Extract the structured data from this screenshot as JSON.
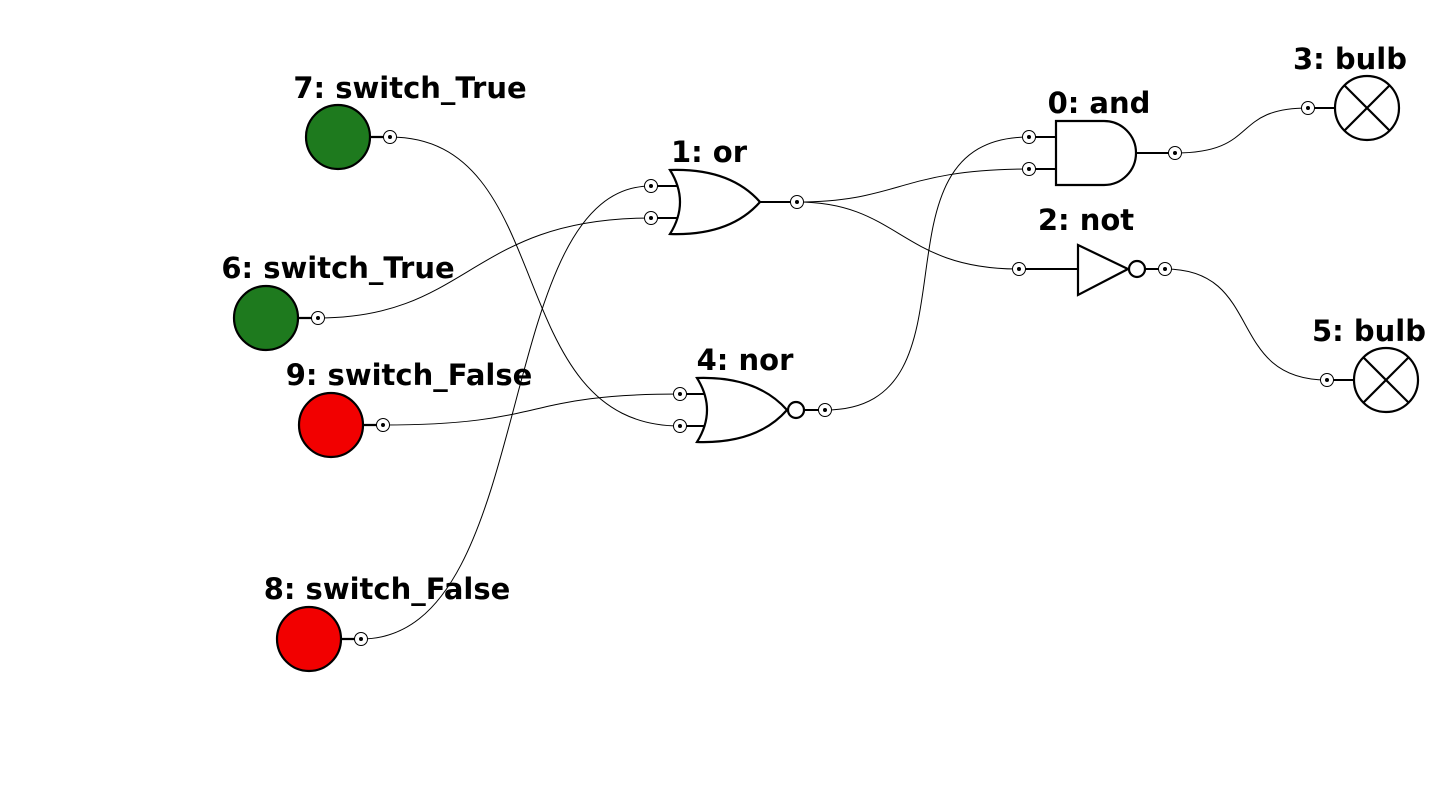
{
  "components": [
    {
      "id": "gate-and-0",
      "label": "0: and",
      "type": "and"
    },
    {
      "id": "gate-or-1",
      "label": "1: or",
      "type": "or"
    },
    {
      "id": "gate-not-2",
      "label": "2: not",
      "type": "not"
    },
    {
      "id": "bulb-3",
      "label": "3: bulb",
      "type": "bulb"
    },
    {
      "id": "gate-nor-4",
      "label": "4: nor",
      "type": "nor"
    },
    {
      "id": "bulb-5",
      "label": "5: bulb",
      "type": "bulb"
    },
    {
      "id": "switch-6",
      "label": "6: switch_True",
      "type": "switch",
      "state": true,
      "color": "#1e7a1e"
    },
    {
      "id": "switch-7",
      "label": "7: switch_True",
      "type": "switch",
      "state": true,
      "color": "#1e7a1e"
    },
    {
      "id": "switch-8",
      "label": "8: switch_False",
      "type": "switch",
      "state": false,
      "color": "#f20000"
    },
    {
      "id": "switch-9",
      "label": "9: switch_False",
      "type": "switch",
      "state": false,
      "color": "#f20000"
    }
  ],
  "wires": [
    {
      "from": "7: switch_True",
      "to": "4: nor"
    },
    {
      "from": "6: switch_True",
      "to": "1: or"
    },
    {
      "from": "9: switch_False",
      "to": "4: nor"
    },
    {
      "from": "8: switch_False",
      "to": "1: or"
    },
    {
      "from": "1: or",
      "to": "0: and"
    },
    {
      "from": "1: or",
      "to": "2: not"
    },
    {
      "from": "4: nor",
      "to": "0: and"
    },
    {
      "from": "0: and",
      "to": "3: bulb"
    },
    {
      "from": "2: not",
      "to": "5: bulb"
    }
  ]
}
